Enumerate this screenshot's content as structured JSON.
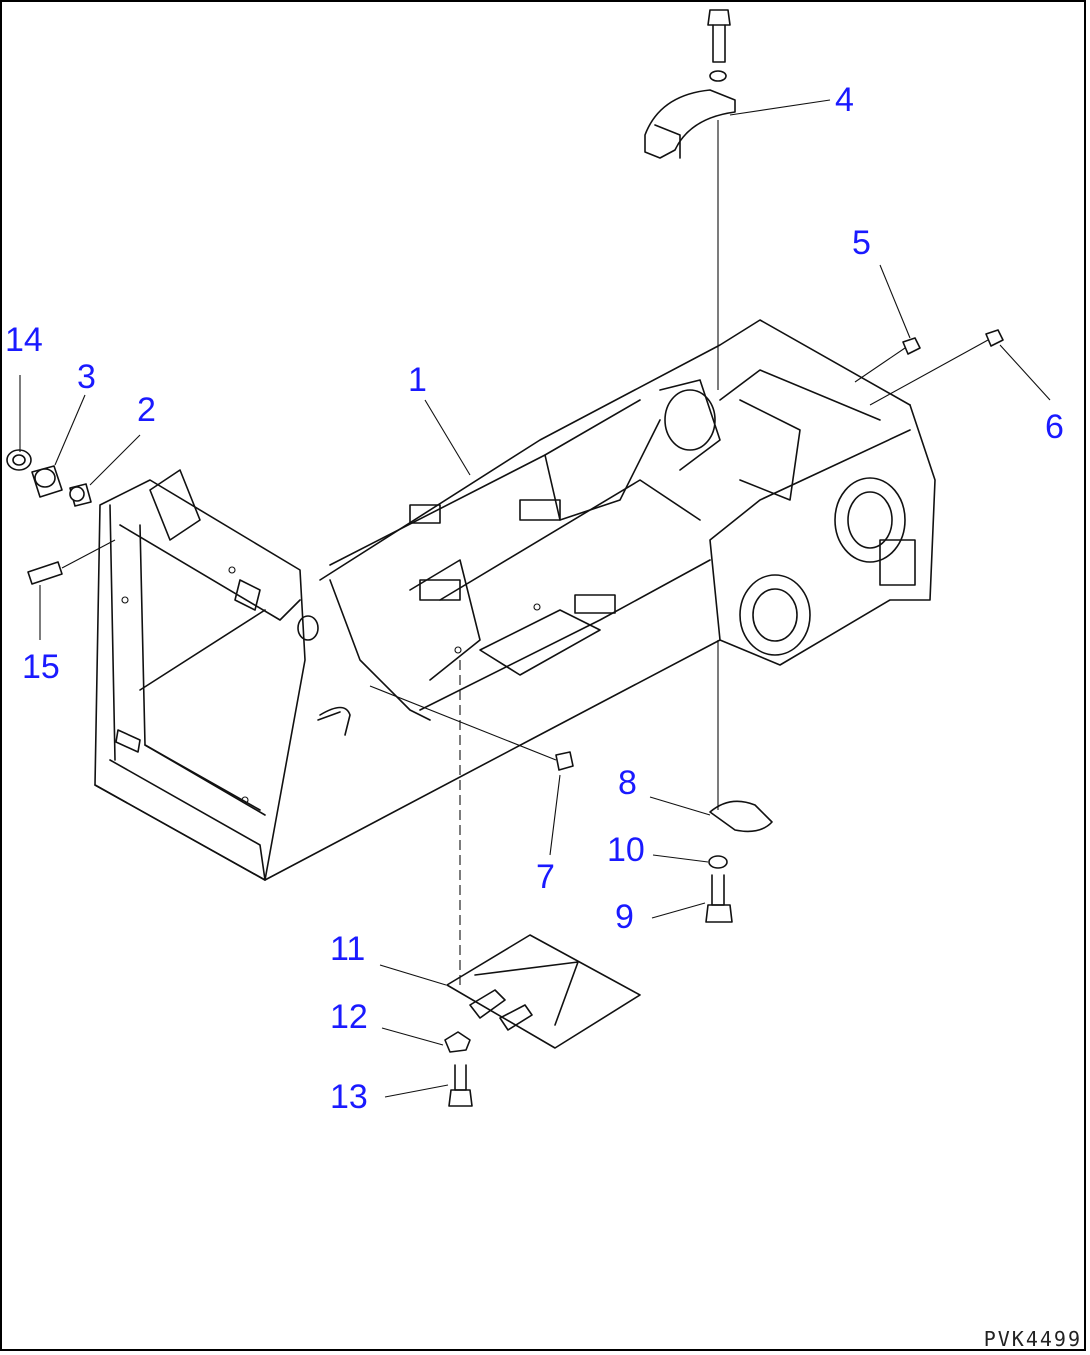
{
  "diagram": {
    "drawing_code": "PVK4499",
    "callouts": [
      "1",
      "2",
      "3",
      "4",
      "5",
      "6",
      "7",
      "8",
      "9",
      "10",
      "11",
      "12",
      "13",
      "14",
      "15"
    ],
    "label_color": "#1a1aff"
  }
}
